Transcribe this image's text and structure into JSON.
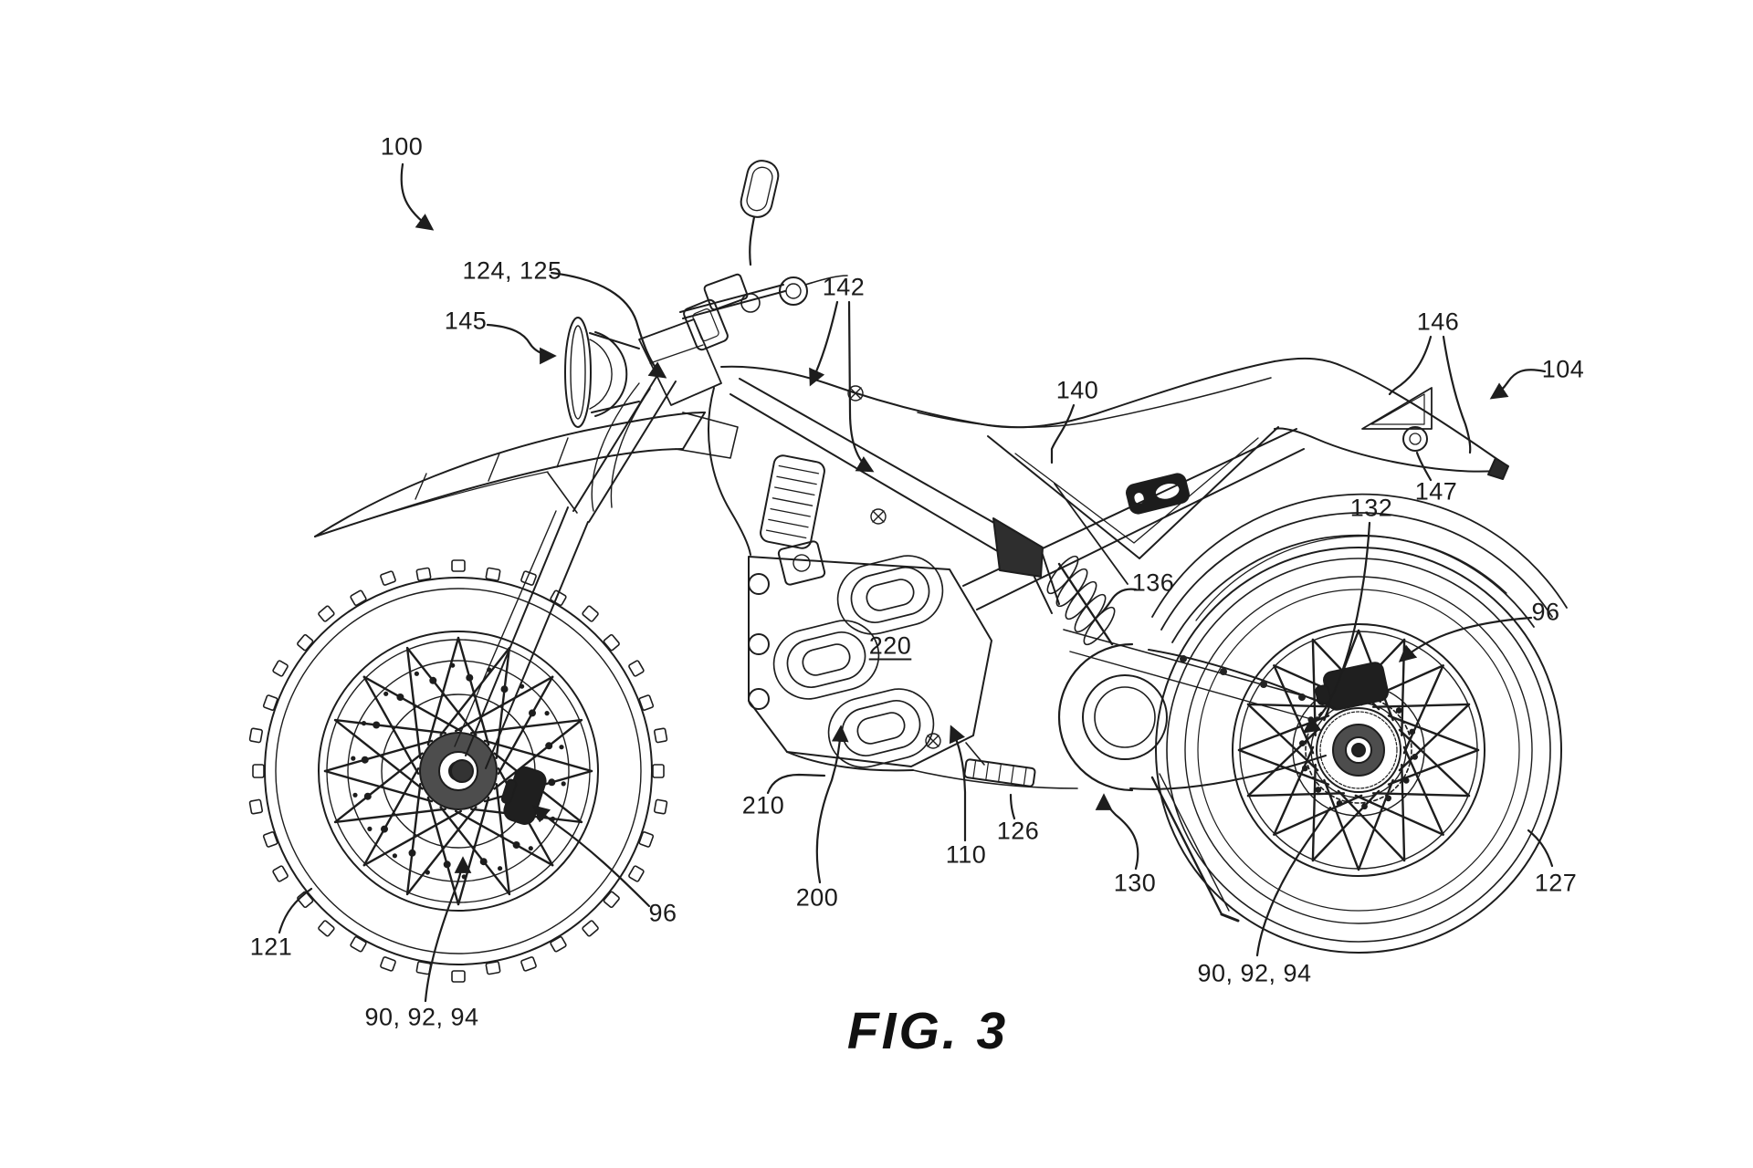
{
  "figure": {
    "title": "FIG. 3",
    "colors": {
      "ink": "#1d1d1d",
      "background": "#ffffff"
    },
    "labels": [
      {
        "ref": "100"
      },
      {
        "ref": "124, 125"
      },
      {
        "ref": "145"
      },
      {
        "ref": "142"
      },
      {
        "ref": "140"
      },
      {
        "ref": "146"
      },
      {
        "ref": "104"
      },
      {
        "ref": "147"
      },
      {
        "ref": "132"
      },
      {
        "ref": "136"
      },
      {
        "ref": "96"
      },
      {
        "ref": "220",
        "underlined": true
      },
      {
        "ref": "210"
      },
      {
        "ref": "126"
      },
      {
        "ref": "110"
      },
      {
        "ref": "130"
      },
      {
        "ref": "200"
      },
      {
        "ref": "96"
      },
      {
        "ref": "121"
      },
      {
        "ref": "90, 92, 94"
      },
      {
        "ref": "90, 92, 94"
      },
      {
        "ref": "127"
      }
    ]
  }
}
